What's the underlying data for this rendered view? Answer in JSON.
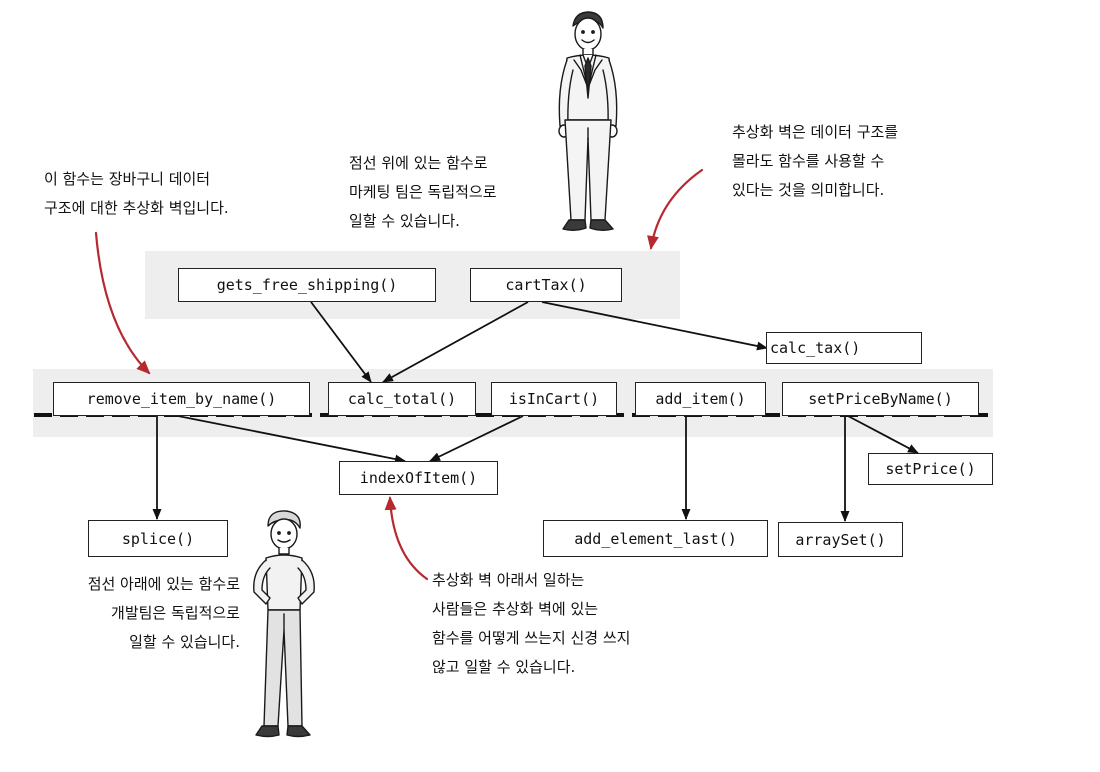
{
  "functions": {
    "gets_free_shipping": "gets_free_shipping()",
    "cartTax": "cartTax()",
    "calc_tax": "calc_tax()",
    "remove_item_by_name": "remove_item_by_name()",
    "calc_total": "calc_total()",
    "isInCart": "isInCart()",
    "add_item": "add_item()",
    "setPriceByName": "setPriceByName()",
    "indexOfItem": "indexOfItem()",
    "setPrice": "setPrice()",
    "splice": "splice()",
    "add_element_last": "add_element_last()",
    "arraySet": "arraySet()"
  },
  "notes": {
    "barrier_left": [
      "이 함수는 장바구니 데이터",
      "구조에 대한 추상화 벽입니다."
    ],
    "marketing": [
      "점선 위에 있는 함수로",
      "마케팅 팀은 독립적으로",
      "일할 수 있습니다."
    ],
    "barrier_right": [
      "추상화 벽은 데이터 구조를",
      "몰라도 함수를 사용할 수",
      "있다는 것을 의미합니다."
    ],
    "dev_team": [
      "점선 아래에 있는 함수로",
      "개발팀은 독립적으로",
      "일할 수 있습니다."
    ],
    "below_barrier": [
      "추상화 벽 아래서 일하는",
      "사람들은 추상화 벽에 있는",
      "함수를 어떻게 쓰는지 신경 쓰지",
      "않고 일할 수 있습니다."
    ]
  },
  "figures": {
    "top": "man-in-suit-figure",
    "bottom": "casual-person-figure"
  },
  "colors": {
    "band": "#eeeeee",
    "arrow_dark": "#111111",
    "arrow_red": "#b5292f"
  }
}
